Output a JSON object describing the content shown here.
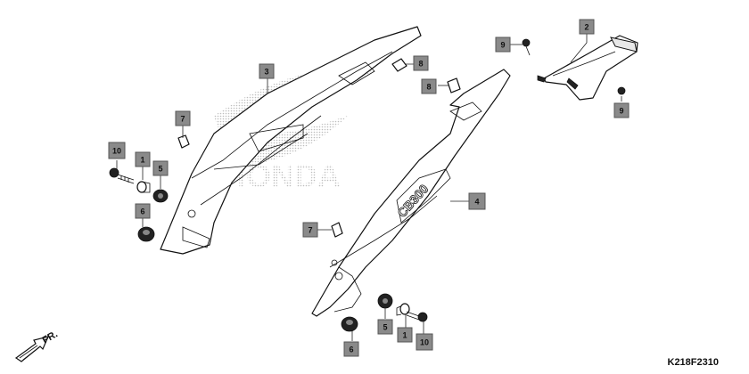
{
  "diagram_code": "K218F2310",
  "direction_label": "FR.",
  "callouts": [
    {
      "id": "c1a",
      "number": "1"
    },
    {
      "id": "c1b",
      "number": "1"
    },
    {
      "id": "c2",
      "number": "2"
    },
    {
      "id": "c3",
      "number": "3"
    },
    {
      "id": "c4",
      "number": "4"
    },
    {
      "id": "c5a",
      "number": "5"
    },
    {
      "id": "c5b",
      "number": "5"
    },
    {
      "id": "c6a",
      "number": "6"
    },
    {
      "id": "c6b",
      "number": "6"
    },
    {
      "id": "c7a",
      "number": "7"
    },
    {
      "id": "c7b",
      "number": "7"
    },
    {
      "id": "c8a",
      "number": "8"
    },
    {
      "id": "c8b",
      "number": "8"
    },
    {
      "id": "c9a",
      "number": "9"
    },
    {
      "id": "c9b",
      "number": "9"
    },
    {
      "id": "c10a",
      "number": "10"
    },
    {
      "id": "c10b",
      "number": "10"
    }
  ],
  "watermark": "HONDA"
}
